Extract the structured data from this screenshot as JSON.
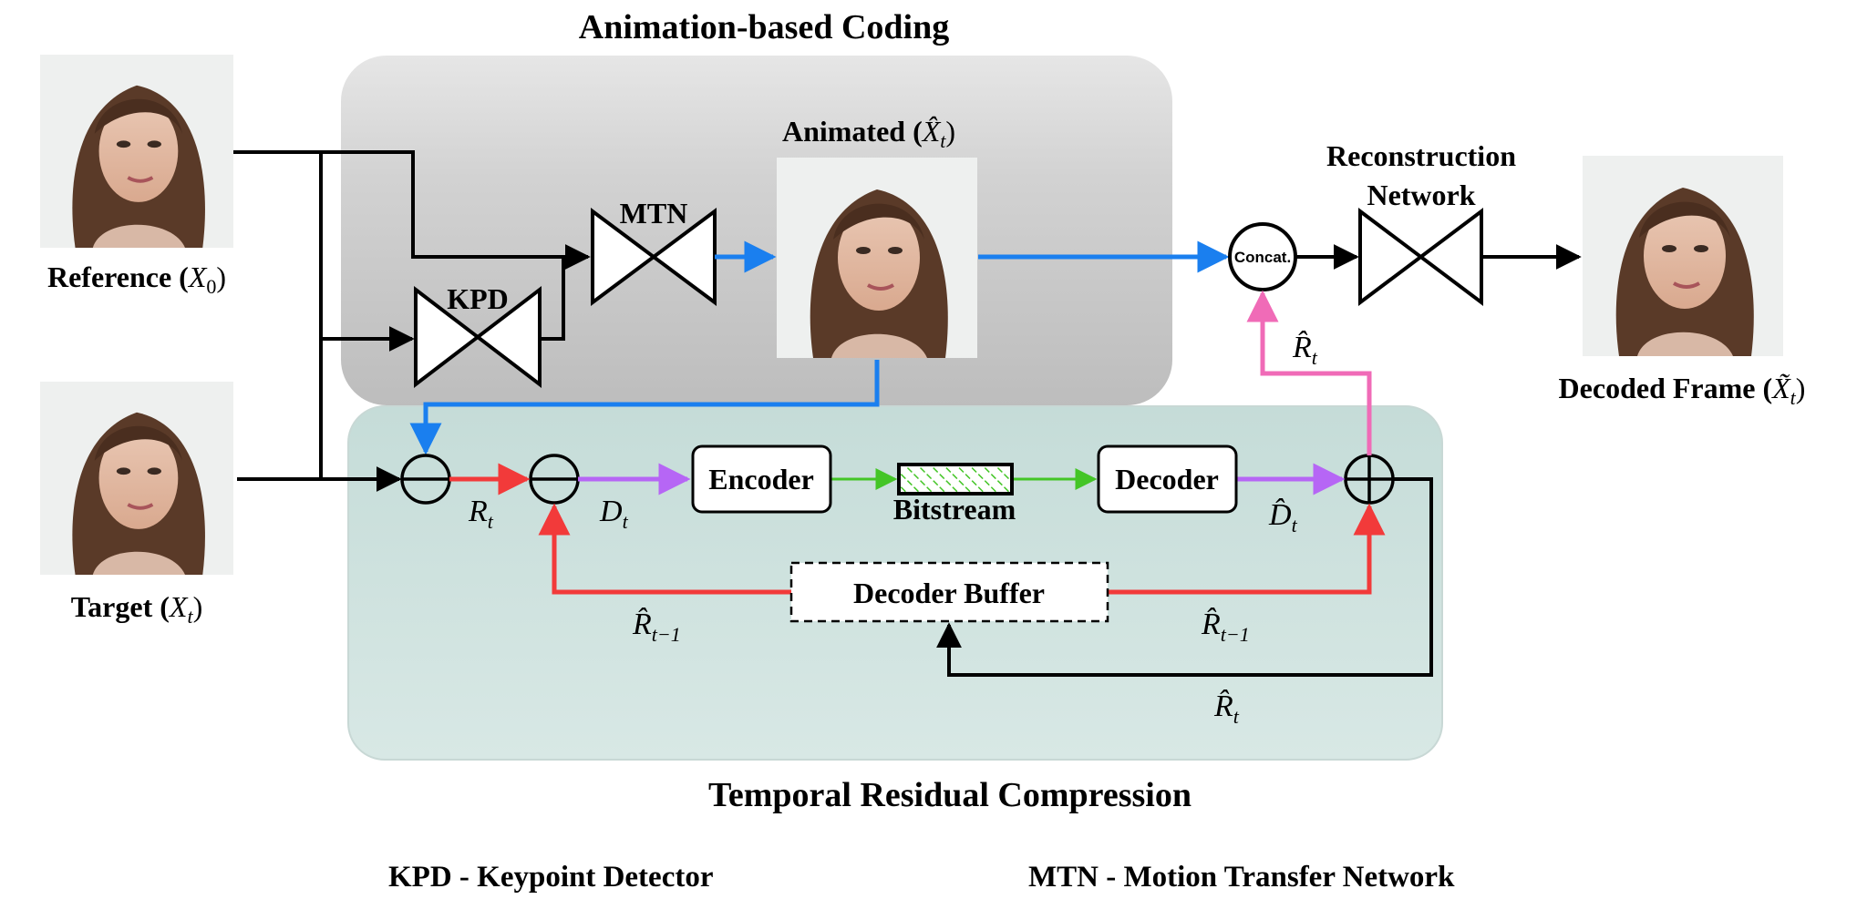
{
  "titles": {
    "animation_coding": "Animation-based Coding",
    "temporal_residual": "Temporal Residual Compression"
  },
  "inputs": {
    "reference": {
      "label": "Reference (",
      "symbol": "X",
      "sub": "0",
      "close": ")"
    },
    "target": {
      "label": "Target (",
      "symbol": "X",
      "sub": "t",
      "close": ")"
    }
  },
  "blocks": {
    "kpd": "KPD",
    "mtn": "MTN",
    "animated": {
      "label": "Animated (",
      "symbol": "X̂",
      "sub": "t",
      "close": ")"
    },
    "concat": "Concat.",
    "reconstruction_line1": "Reconstruction",
    "reconstruction_line2": "Network",
    "encoder": "Encoder",
    "decoder": "Decoder",
    "bitstream": "Bitstream",
    "decoder_buffer": "Decoder Buffer"
  },
  "output": {
    "label": "Decoded Frame (",
    "symbol": "X̃",
    "sub": "t",
    "close": ")"
  },
  "signals": {
    "r_t": {
      "symbol": "R",
      "sub": "t"
    },
    "d_t": {
      "symbol": "D",
      "sub": "t"
    },
    "d_hat_t": {
      "symbol": "D̂",
      "sub": "t"
    },
    "r_hat_t_concat": {
      "symbol": "R̂",
      "sub": "t"
    },
    "r_hat_t_feedback": {
      "symbol": "R̂",
      "sub": "t"
    },
    "r_hat_prev_left": {
      "symbol": "R̂",
      "sub": "t−1"
    },
    "r_hat_prev_right": {
      "symbol": "R̂",
      "sub": "t−1"
    }
  },
  "legend": {
    "kpd": "KPD - Keypoint Detector",
    "mtn": "MTN - Motion Transfer Network"
  },
  "colors": {
    "animation_panel": "#c9c9c9",
    "residual_panel": "#d3e5e2",
    "blue_flow": "#1a7fef",
    "red_flow": "#f23a3a",
    "purple_flow": "#b666f5",
    "green_flow": "#43c526",
    "pink_flow": "#f06bb7",
    "black_flow": "#000000"
  }
}
